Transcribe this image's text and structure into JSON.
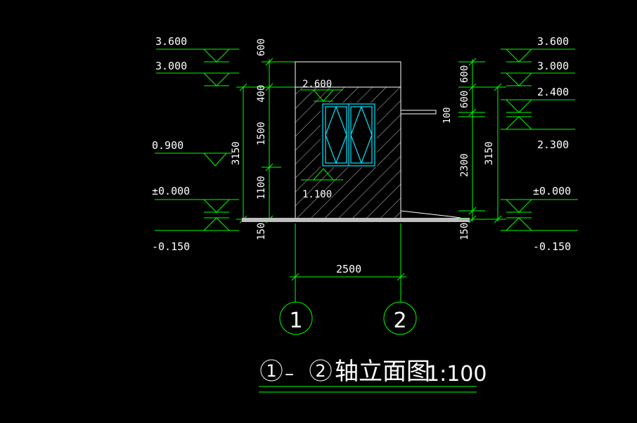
{
  "levels": {
    "left": [
      "3.600",
      "3.000",
      "0.900",
      "±0.000",
      "-0.150"
    ],
    "right": [
      "3.600",
      "3.000",
      "2.400",
      "2.300",
      "±0.000",
      "-0.150"
    ]
  },
  "dims": {
    "left_segments": [
      "600",
      "400",
      "1500",
      "1100",
      "150"
    ],
    "left_total": "3150",
    "right_segments": [
      "600",
      "600",
      "100",
      "2300",
      "150"
    ],
    "right_total": "3150",
    "width": "2500"
  },
  "annotations": {
    "sill_top": "2.600",
    "sill_bottom": "1.100"
  },
  "axes": [
    "1",
    "2"
  ],
  "title": {
    "axis_from": "1",
    "dash": "–",
    "axis_to": "2",
    "text": "轴立面图",
    "scale": "1:100"
  },
  "colors": {
    "background": "#000000",
    "dimension": "#00ff00",
    "outline": "#ffffff",
    "window": "#00e5ff"
  }
}
